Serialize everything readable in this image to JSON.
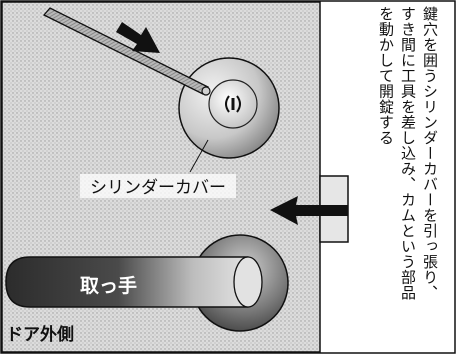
{
  "labels": {
    "cylinder_cover": "シリンダーカバー",
    "handle": "取っ手",
    "door_outside": "ドア外側"
  },
  "caption": {
    "line1": "鍵穴を囲うシリンダーカバーを引っ張り、",
    "line2": "すき間に工具を差し込み、カムという部品",
    "line3": "を動かして開錠する"
  },
  "icons": {
    "tool": "pick-tool-icon",
    "arrow_pull": "arrow-right-icon",
    "arrow_insert": "arrow-left-icon",
    "keyhole": "keyhole-icon"
  },
  "colors": {
    "line": "#111111",
    "panel": "#d9d9d9",
    "rod": "#a6a6a6",
    "handle_dark": "#3b3b3b"
  }
}
